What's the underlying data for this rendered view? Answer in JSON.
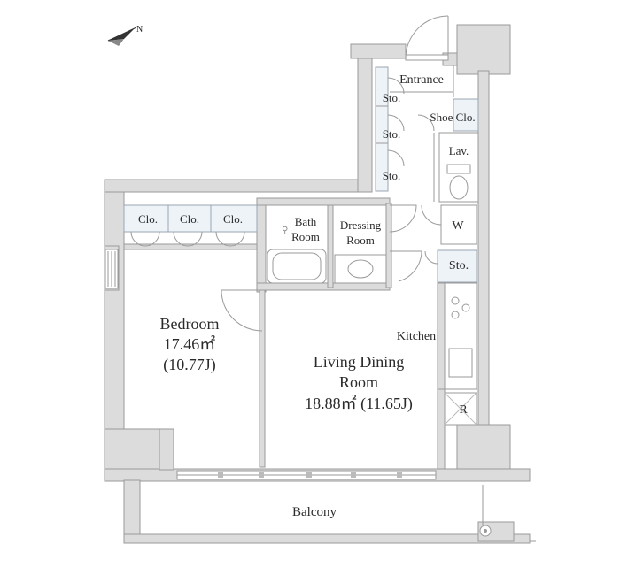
{
  "floorplan": {
    "rooms": {
      "entrance": "Entrance",
      "shoe_closet": "Shoe Clo.",
      "storage_1": "Sto.",
      "storage_2": "Sto.",
      "storage_3": "Sto.",
      "lavatory": "Lav.",
      "closet_1": "Clo.",
      "closet_2": "Clo.",
      "closet_3": "Clo.",
      "bath_line1": "Bath",
      "bath_line2": "Room",
      "dressing_line1": "Dressing",
      "dressing_line2": "Room",
      "washer": "W",
      "storage_4": "Sto.",
      "kitchen": "Kitchen",
      "refrigerator": "R",
      "bedroom_name": "Bedroom",
      "bedroom_area": "17.46㎡",
      "bedroom_jo": "(10.77J)",
      "ldk_line1": "Living Dining",
      "ldk_line2": "Room",
      "ldk_area": "18.88㎡  (11.65J)",
      "balcony": "Balcony",
      "north_mark": "N"
    },
    "colors": {
      "wall": "#dcdcdc",
      "storage": "#eef3f8",
      "line": "#9a9a9a"
    }
  }
}
